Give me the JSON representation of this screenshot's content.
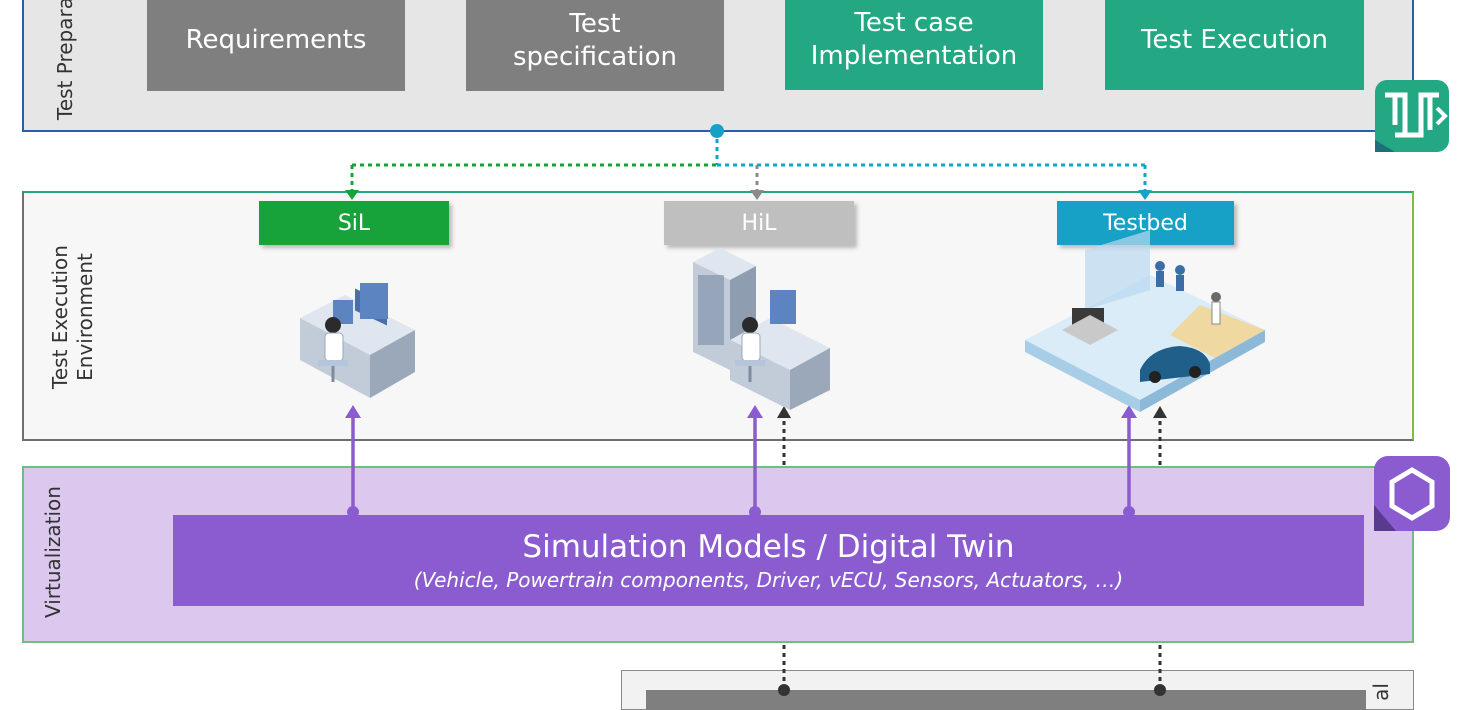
{
  "sections": {
    "test_preparation": "Test Preparation",
    "test_execution_env_line1": "Test Execution",
    "test_execution_env_line2": "Environment",
    "virtualization": "Virtualization",
    "bottom_partial": "al"
  },
  "prep_steps": [
    {
      "label": "Requirements",
      "color": "#7f7f7f"
    },
    {
      "label": "Test specification",
      "color": "#7f7f7f"
    },
    {
      "label": "Test case Implementation",
      "color": "#23a883"
    },
    {
      "label": "Test Execution",
      "color": "#23a883"
    }
  ],
  "environments": [
    {
      "label": "SiL",
      "color": "#17a33a"
    },
    {
      "label": "HiL",
      "color": "#bfbfbf"
    },
    {
      "label": "Testbed",
      "color": "#17a1c6"
    }
  ],
  "simulation": {
    "title": "Simulation Models / Digital Twin",
    "subtitle": "(Vehicle, Powertrain components, Driver, vECU, Sensors, Actuators, …)"
  },
  "colors": {
    "virtualization_bg": "#dcc8ef",
    "simulation_bg": "#8a5ccf",
    "prep_bg": "#e6e6e6",
    "arrow_purple": "#8a5ccf"
  },
  "icons": [
    "prep-logo-icon",
    "hexagon-logo-icon",
    "sil-illustration",
    "hil-illustration",
    "testbed-illustration"
  ]
}
